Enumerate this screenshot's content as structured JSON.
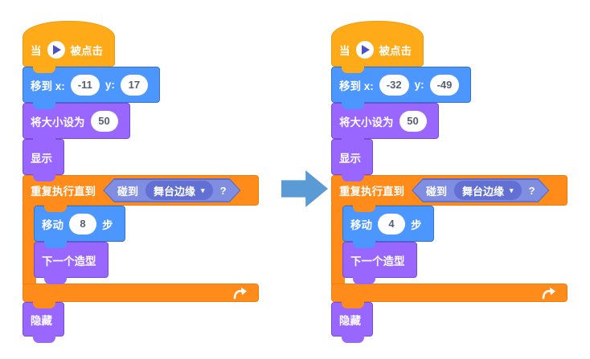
{
  "colors": {
    "events": "#FFAB19",
    "control": "#FF8C1A",
    "motion": "#4C97FF",
    "looks": "#9966FF",
    "boolean_hex": "#7F8EE0",
    "boolean_hex_border": "#5E6CC6",
    "boolean_dropdown": "#6170D2",
    "input_text": "#575E75",
    "transform_arrow": "#5B9BD5",
    "play_triangle": "#4A52C4"
  },
  "icons": {
    "play": "play-icon",
    "dropdown_arrow": "▾",
    "loop_arrow": "loop-arrow-icon"
  },
  "stacks": [
    {
      "hat": {
        "prefix": "当",
        "suffix": "被点击"
      },
      "move_to": {
        "label": "移到 x:",
        "x": "-11",
        "y_label": "y:",
        "y": "17"
      },
      "set_size": {
        "label": "将大小设为",
        "value": "50"
      },
      "show": {
        "label": "显示"
      },
      "repeat": {
        "label": "重复执行直到",
        "condition": {
          "label": "碰到",
          "dropdown": "舞台边缘",
          "suffix": "?"
        },
        "move_steps": {
          "label": "移动",
          "value": "8",
          "suffix": "步"
        },
        "next_costume": {
          "label": "下一个造型"
        }
      },
      "hide": {
        "label": "隐藏"
      }
    },
    {
      "hat": {
        "prefix": "当",
        "suffix": "被点击"
      },
      "move_to": {
        "label": "移到 x:",
        "x": "-32",
        "y_label": "y:",
        "y": "-49"
      },
      "set_size": {
        "label": "将大小设为",
        "value": "50"
      },
      "show": {
        "label": "显示"
      },
      "repeat": {
        "label": "重复执行直到",
        "condition": {
          "label": "碰到",
          "dropdown": "舞台边缘",
          "suffix": "?"
        },
        "move_steps": {
          "label": "移动",
          "value": "4",
          "suffix": "步"
        },
        "next_costume": {
          "label": "下一个造型"
        }
      },
      "hide": {
        "label": "隐藏"
      }
    }
  ]
}
